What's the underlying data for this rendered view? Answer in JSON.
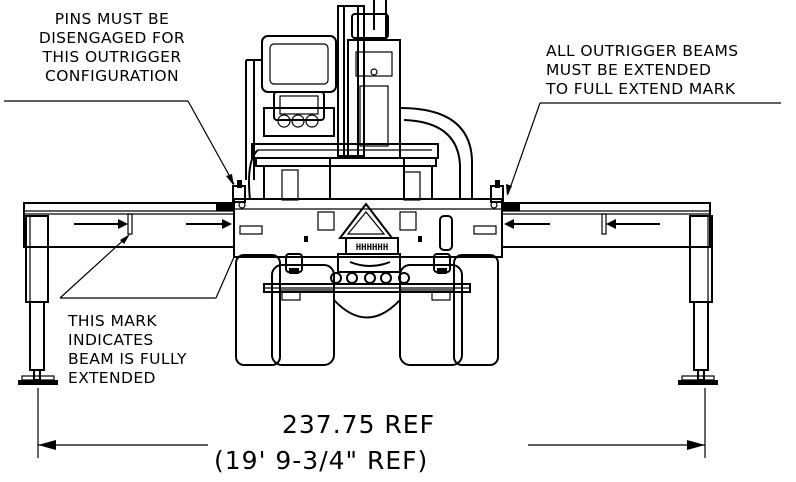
{
  "notes": {
    "pins": [
      "PINS MUST BE",
      "DISENGAGED FOR",
      "THIS OUTRIGGER",
      "CONFIGURATION"
    ],
    "beams": [
      "ALL OUTRIGGER BEAMS",
      "MUST BE EXTENDED",
      "TO FULL EXTEND MARK"
    ],
    "mark": [
      "THIS MARK",
      "INDICATES",
      "BEAM IS FULLY",
      "EXTENDED"
    ]
  },
  "dimension": {
    "value": "237.75 REF",
    "imperial": "(19' 9-3/4\" REF)"
  }
}
